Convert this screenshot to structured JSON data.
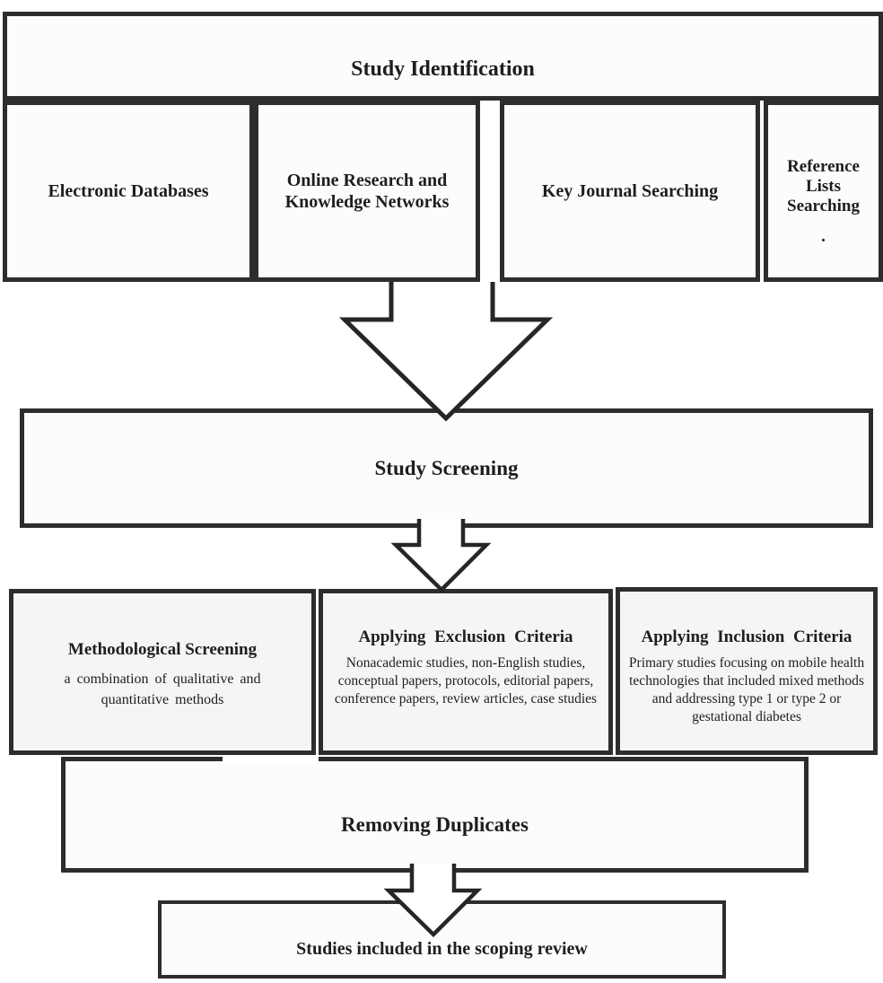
{
  "flowchart": {
    "stage1": {
      "title": "Study Identification"
    },
    "sources": [
      {
        "label": "Electronic Databases"
      },
      {
        "label": "Online Research and Knowledge Networks"
      },
      {
        "label": "Key Journal Searching"
      },
      {
        "label": "Reference Lists Searching",
        "footnote": "."
      }
    ],
    "stage2": {
      "title": "Study Screening"
    },
    "criteria": [
      {
        "title": "Methodological Screening",
        "body": "a combination of qualitative and quantitative methods"
      },
      {
        "title": "Applying Exclusion Criteria",
        "body": "Nonacademic studies, non-English studies, conceptual papers, protocols, editorial papers, conference papers, review articles, case studies"
      },
      {
        "title": "Applying Inclusion Criteria",
        "body": "Primary studies focusing on mobile health technologies that included mixed methods and addressing type 1 or type 2 or gestational diabetes"
      }
    ],
    "stage3": {
      "title": "Removing Duplicates"
    },
    "stage4": {
      "title": "Studies included in the scoping review"
    },
    "colors": {
      "border": "#2d2d2d",
      "text": "#1e1e1e",
      "box_fill": "#fcfcfc",
      "criteria_fill": "#f5f5f5"
    }
  }
}
